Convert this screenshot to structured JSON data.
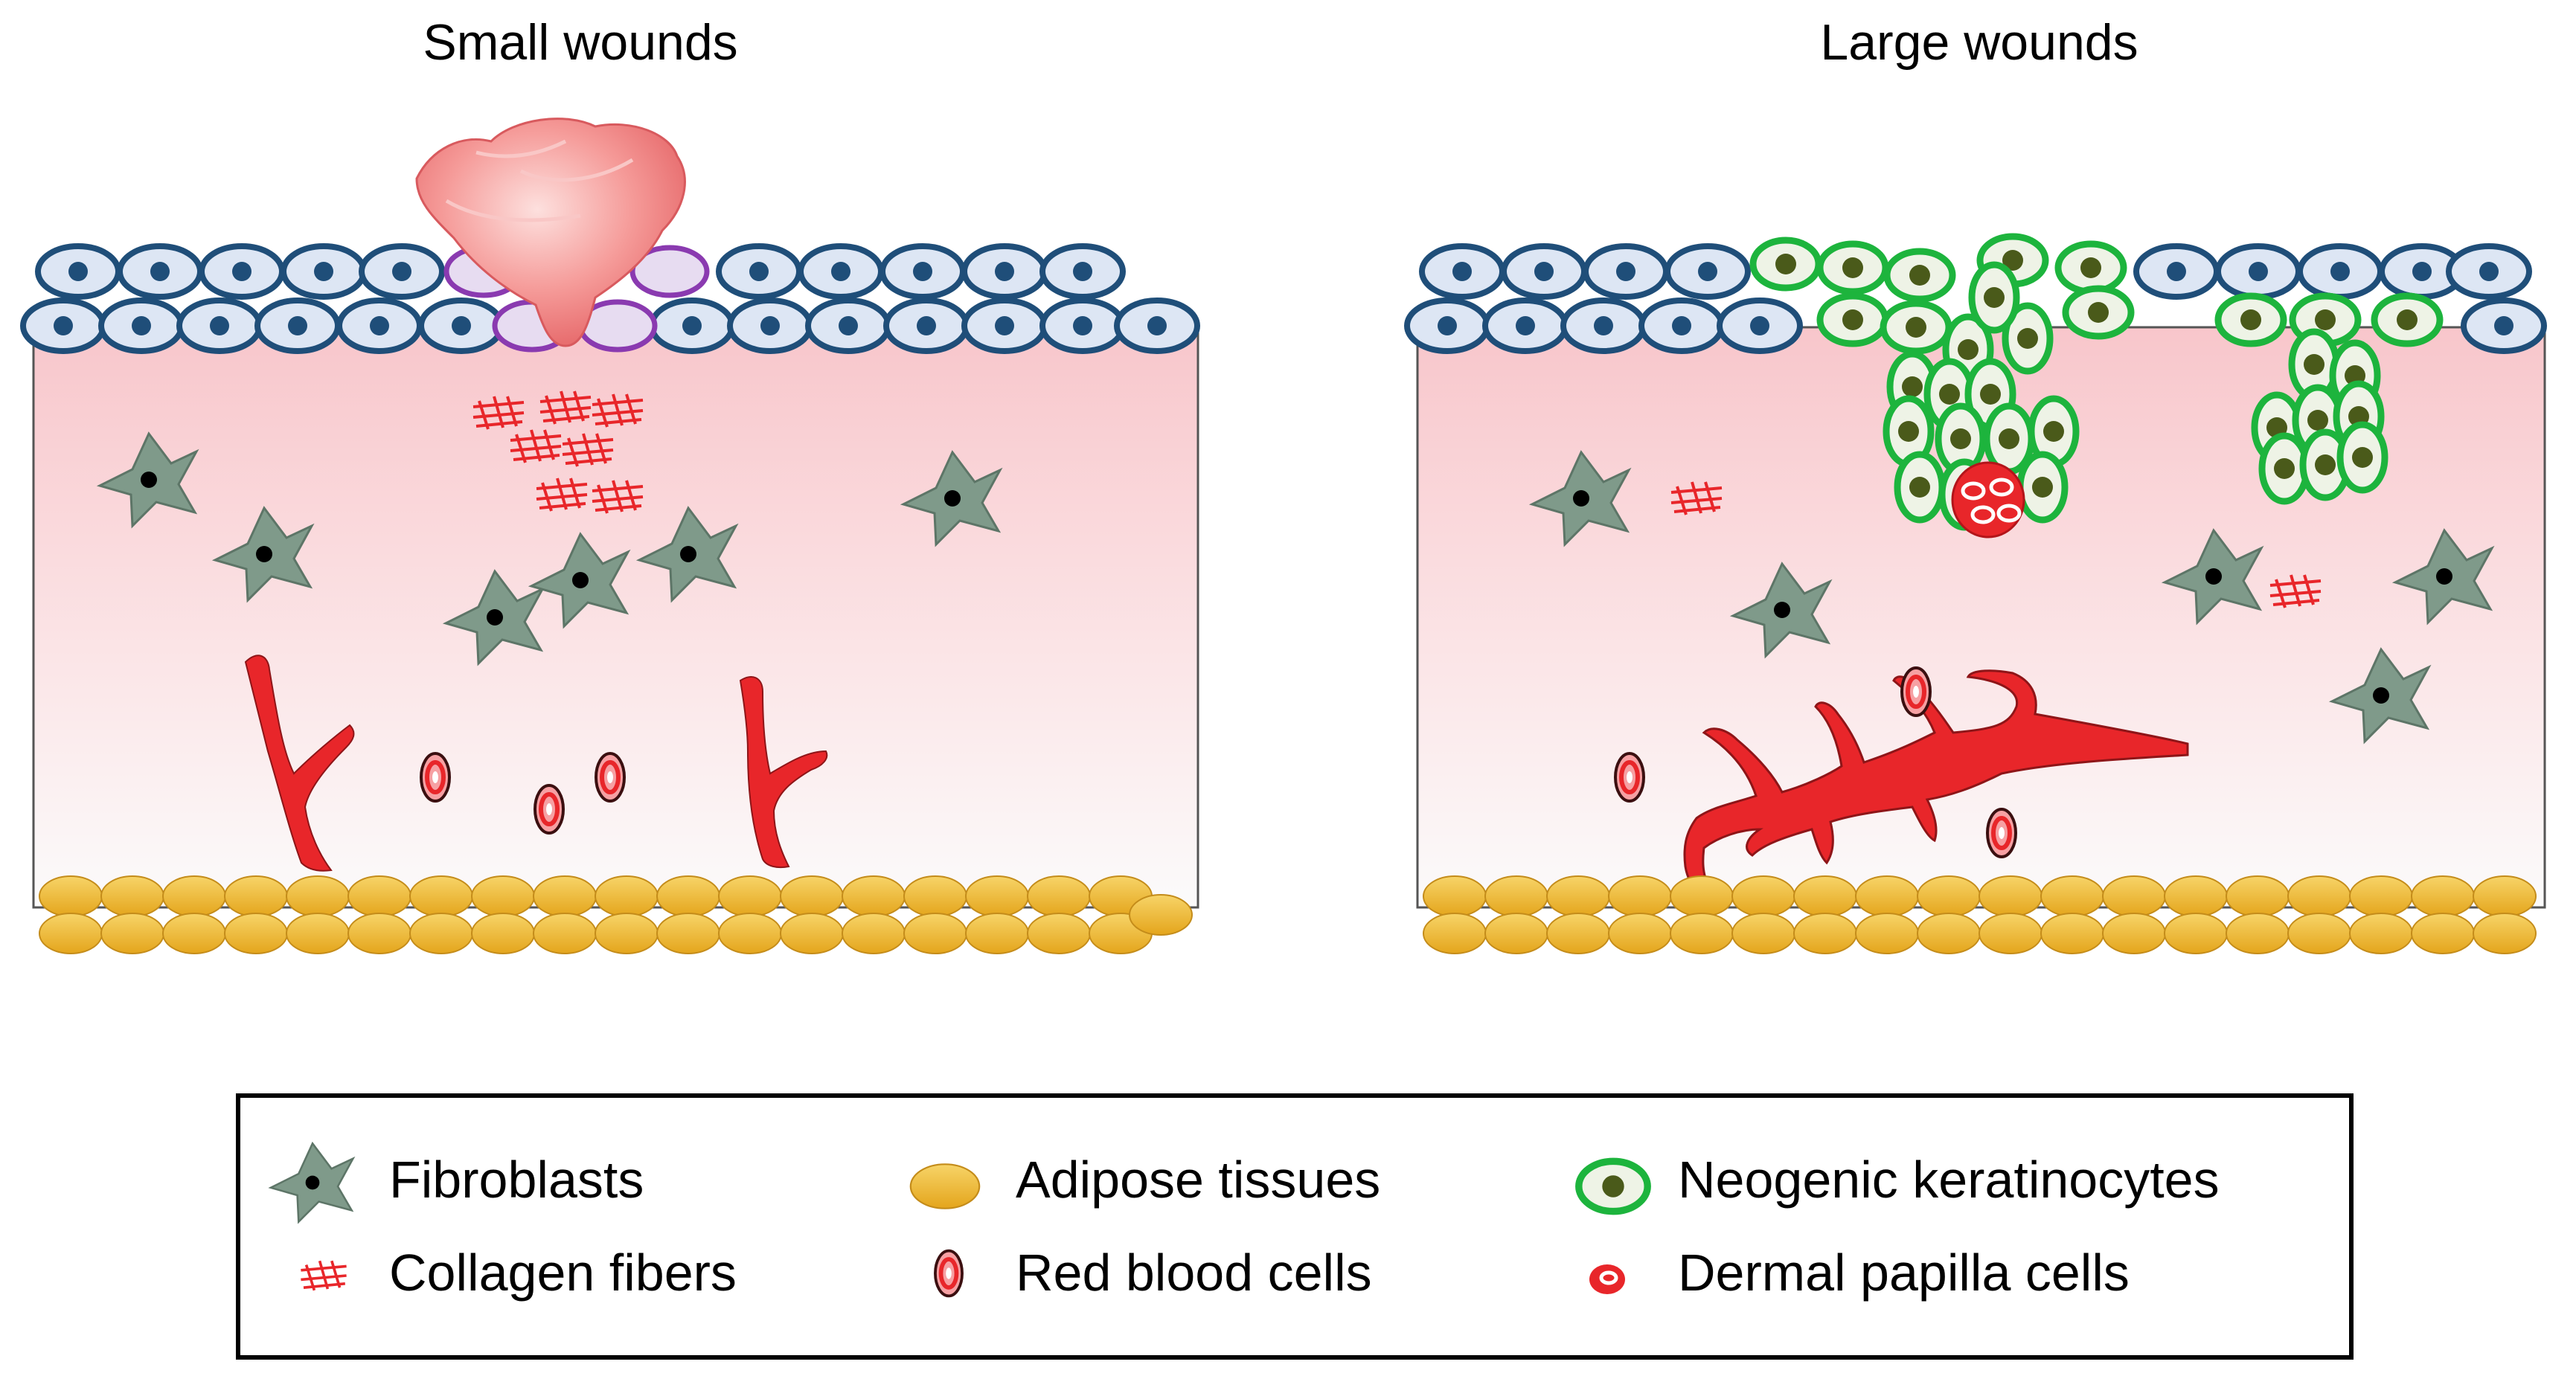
{
  "panels": [
    {
      "id": "small",
      "title": "Small wounds"
    },
    {
      "id": "large",
      "title": "Large wounds"
    }
  ],
  "legend": {
    "items": [
      {
        "label": "Fibroblasts",
        "icon": "fibroblast-icon"
      },
      {
        "label": "Collagen fibers",
        "icon": "collagen-fibers-icon"
      },
      {
        "label": "Adipose tissues",
        "icon": "adipose-cell-icon"
      },
      {
        "label": "Red blood cells",
        "icon": "red-blood-cell-icon"
      },
      {
        "label": "Neogenic keratinocytes",
        "icon": "neogenic-keratinocyte-icon"
      },
      {
        "label": "Dermal papilla cells",
        "icon": "dermal-papilla-cell-icon"
      }
    ]
  },
  "colors": {
    "epidermis_fill": "#dde6f4",
    "epidermis_stroke": "#1f4e79",
    "dermis_top": "#f8c9ce",
    "dermis_bottom": "#ffffff",
    "fibroblast": "#7f9a8a",
    "collagen": "#e8262a",
    "vessel": "#e8262a",
    "adipose": "#f1b92d",
    "neogenic_stroke": "#1db43d",
    "neogenic_nucleus": "#4a5a1a",
    "scab": "#f08a8a",
    "purple": "#8a3ab0"
  }
}
